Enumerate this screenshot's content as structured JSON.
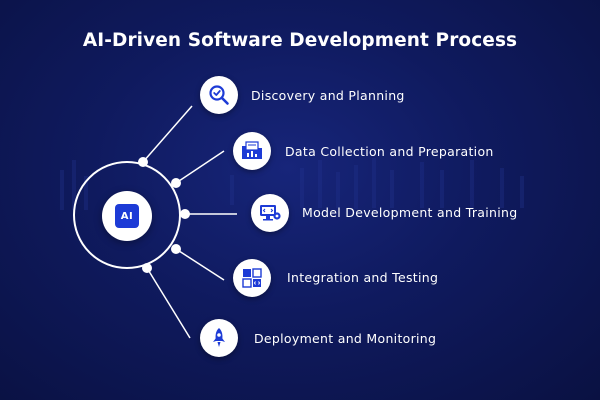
{
  "title": "AI-Driven Software Development Process",
  "center": {
    "label": "AI"
  },
  "steps": [
    {
      "label": "Discovery and Planning",
      "icon": "magnifier-check-icon"
    },
    {
      "label": "Data Collection and Preparation",
      "icon": "folder-chart-icon"
    },
    {
      "label": "Model Development and Training",
      "icon": "monitor-gear-icon"
    },
    {
      "label": "Integration and Testing",
      "icon": "puzzle-code-icon"
    },
    {
      "label": "Deployment and Monitoring",
      "icon": "rocket-icon"
    }
  ],
  "colors": {
    "background": "#0f1a5e",
    "accent": "#1d3bd6",
    "line": "#ffffff"
  }
}
